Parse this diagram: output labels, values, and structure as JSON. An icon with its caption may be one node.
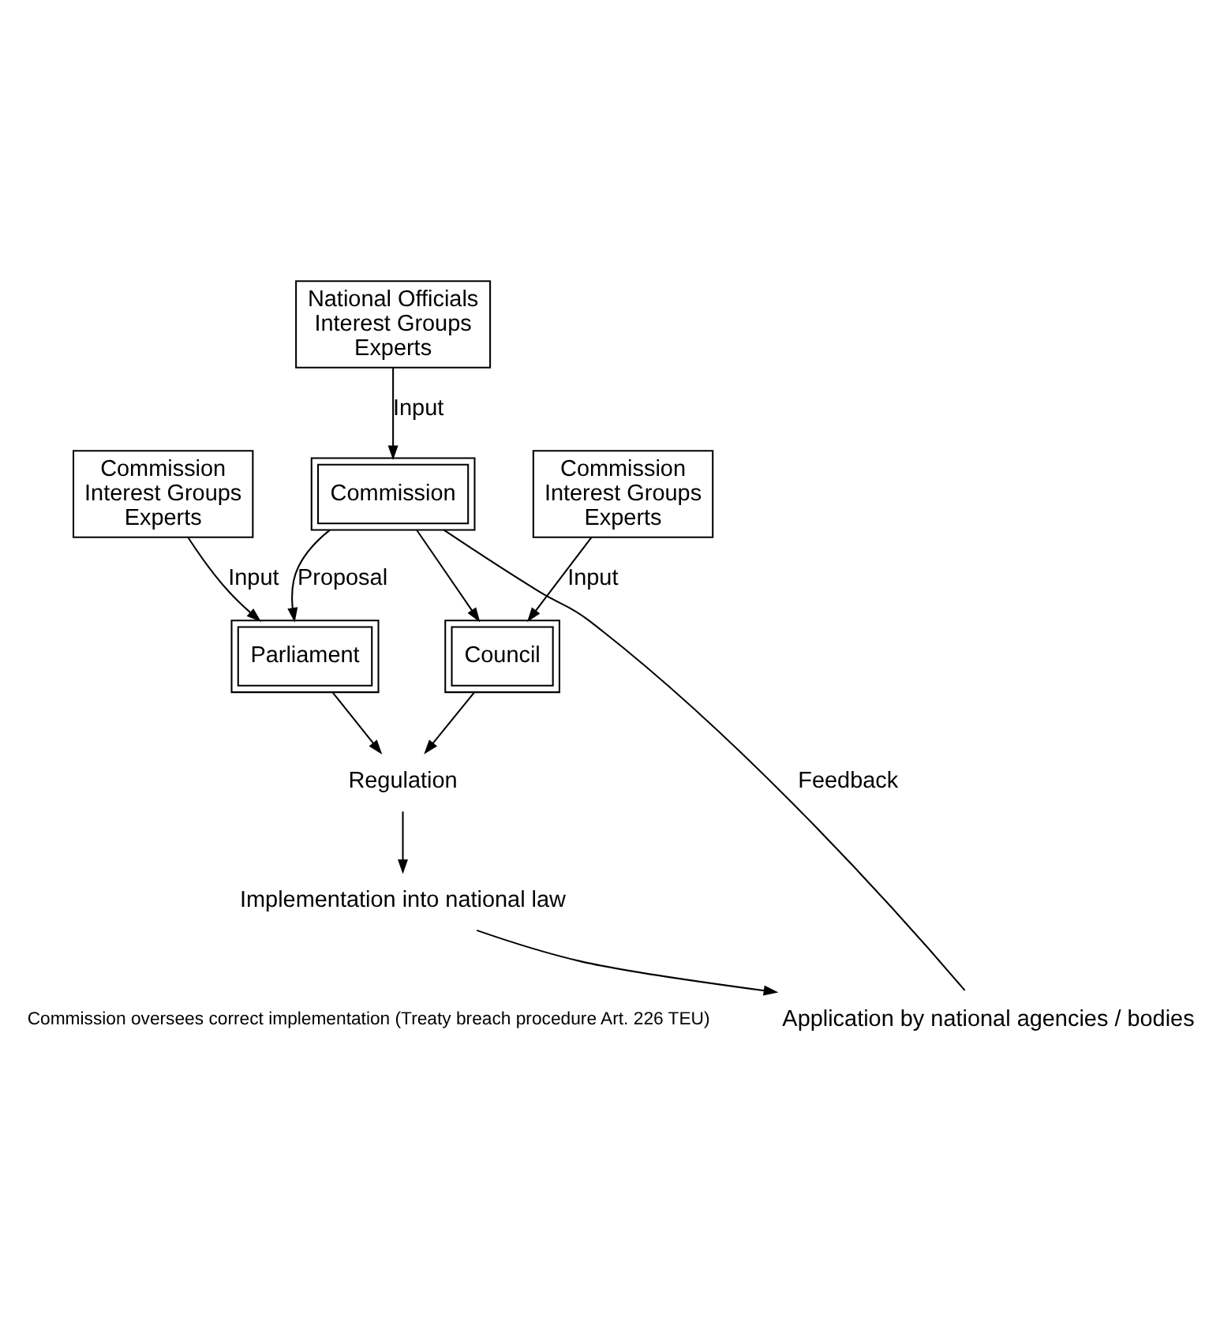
{
  "diagram": {
    "nodes": [
      {
        "text": [
          "National Officials",
          "Interest Groups",
          "Experts"
        ]
      },
      {
        "text": [
          "Commission"
        ]
      },
      {
        "text": [
          "Parliament"
        ]
      },
      {
        "text": [
          "Council"
        ]
      },
      {
        "text": [
          "Commission",
          "Interest Groups",
          "Experts"
        ]
      },
      {
        "text": [
          "Commission",
          "Interest Groups",
          "Experts"
        ]
      },
      {
        "text": [
          "Regulation"
        ]
      },
      {
        "text": [
          "Application by national agencies / bodies"
        ]
      },
      {
        "text": [
          "Implementation into national law"
        ]
      }
    ],
    "edges": [
      {
        "from": 0,
        "to": 1,
        "arrow": "to",
        "label": "Input"
      },
      {
        "from": 1,
        "to": 2,
        "arrow": "to",
        "label": "Proposal"
      },
      {
        "from": 1,
        "to": 3,
        "arrow": "to"
      },
      {
        "from": 4,
        "to": 2,
        "arrow": "to",
        "label": "Input"
      },
      {
        "from": 5,
        "to": 3,
        "arrow": "to",
        "label": "Input"
      },
      {
        "from": 2,
        "to": 6,
        "arrow": "to"
      },
      {
        "from": 3,
        "to": 6,
        "arrow": "to"
      },
      {
        "from": 6,
        "to": 8,
        "arrow": "to"
      },
      {
        "from": 8,
        "to": 7,
        "arrow": "to"
      },
      {
        "from": 7,
        "to": 1,
        "arrow": "none",
        "label": "Feedback"
      }
    ],
    "labels": [
      "Commission oversees correct implementation (Treaty breach procedure Art. 226 TEU)"
    ]
  }
}
